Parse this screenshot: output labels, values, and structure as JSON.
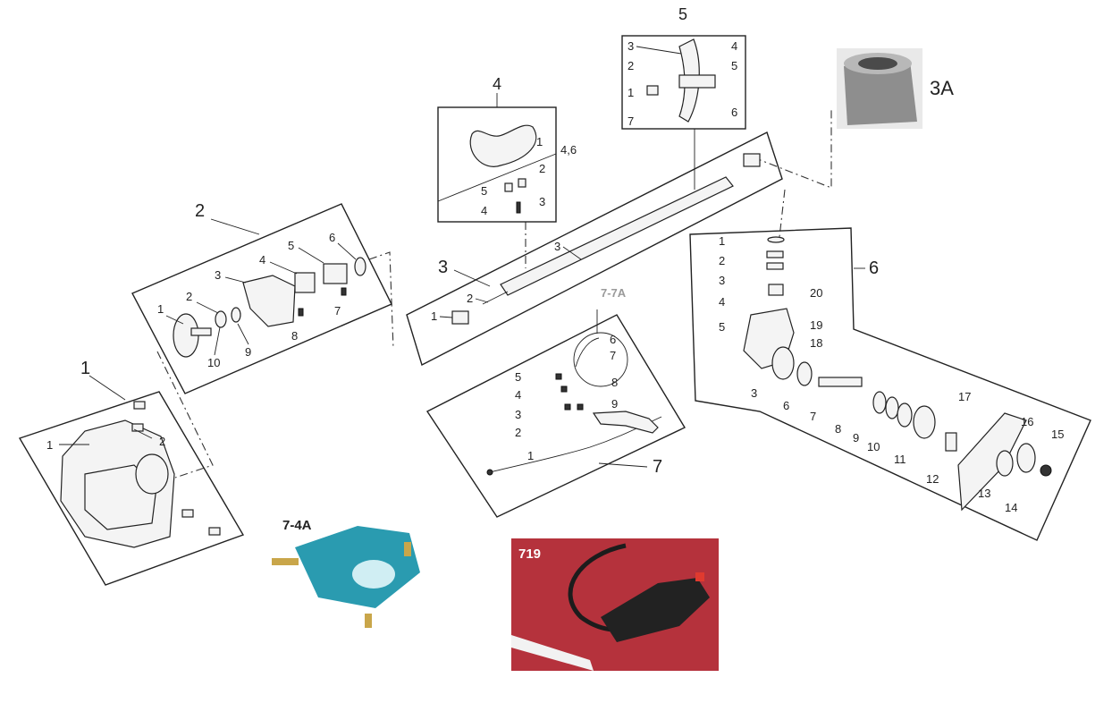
{
  "photos": {
    "bushing_label": "3A",
    "clamp_label": "7-4A",
    "throttle_label": "719",
    "switch_detail_label": "7-7A"
  },
  "groups": {
    "g1": {
      "label": "1",
      "parts": [
        "1",
        "2"
      ]
    },
    "g2": {
      "label": "2",
      "parts": [
        "1",
        "2",
        "3",
        "4",
        "5",
        "6",
        "7",
        "8",
        "9",
        "10"
      ]
    },
    "g3": {
      "label": "3",
      "parts": [
        "1",
        "2",
        "3"
      ]
    },
    "g4": {
      "label": "4",
      "parts": [
        "1",
        "4,6",
        "2",
        "5",
        "4",
        "3"
      ]
    },
    "g5": {
      "label": "5",
      "parts": [
        "3",
        "4",
        "2",
        "5",
        "1",
        "6",
        "7"
      ]
    },
    "g6": {
      "label": "6",
      "parts": [
        "1",
        "2",
        "3",
        "20",
        "4",
        "19",
        "5",
        "18",
        "3",
        "6",
        "7",
        "17",
        "8",
        "9",
        "10",
        "11",
        "12",
        "16",
        "15",
        "13",
        "14"
      ]
    },
    "g7": {
      "label": "7",
      "parts": [
        "6",
        "7",
        "5",
        "8",
        "4",
        "9",
        "3",
        "2",
        "1"
      ]
    }
  },
  "colors": {
    "line": "#222222",
    "clamp_blue": "#2a9bb0",
    "photo_red": "#b5323c",
    "detail_grey": "#9a9a9a"
  }
}
